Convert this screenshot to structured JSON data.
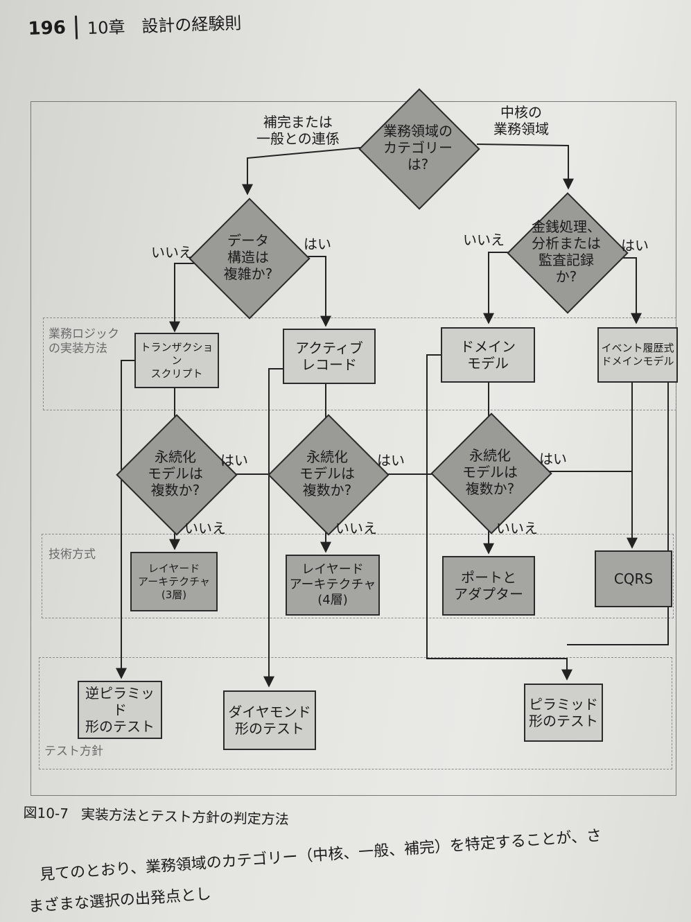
{
  "header": {
    "page_number": "196",
    "chapter": "10章　設計の経験則"
  },
  "zones": {
    "logic": "業務ロジック\nの実装方法",
    "tech": "技術方式",
    "test": "テスト方針"
  },
  "decisions": {
    "category": "業務領域の\nカテゴリー\nは?",
    "data_structure": "データ\n構造は\n複雑か?",
    "money": "金銭処理、\n分析または\n監査記録\nか?",
    "persist1": "永続化\nモデルは\n複数か?",
    "persist2": "永続化\nモデルは\n複数か?",
    "persist3": "永続化\nモデルは\n複数か?"
  },
  "branches": {
    "supporting": "補完または\n一般との連係",
    "core": "中核の\n業務領域",
    "ds_no": "いいえ",
    "ds_yes": "はい",
    "money_no": "いいえ",
    "money_yes": "はい",
    "p1_yes": "はい",
    "p1_no": "いいえ",
    "p2_yes": "はい",
    "p2_no": "いいえ",
    "p3_yes": "はい",
    "p3_no": "いいえ"
  },
  "boxes": {
    "transaction_script": "トランザクション\nスクリプト",
    "active_record": "アクティブ\nレコード",
    "domain_model": "ドメイン\nモデル",
    "event_sourced": "イベント履歴式\nドメインモデル",
    "layered3": "レイヤード\nアーキテクチャ\n(3層)",
    "layered4": "レイヤード\nアーキテクチャ\n(4層)",
    "ports_adapters": "ポートと\nアダプター",
    "cqrs": "CQRS",
    "reverse_pyramid": "逆ピラミッド\n形のテスト",
    "diamond_test": "ダイヤモンド\n形のテスト",
    "pyramid_test": "ピラミッド\n形のテスト"
  },
  "caption": {
    "number": "図10-7",
    "text": "実装方法とテスト方針の判定方法"
  },
  "body": {
    "line1": "見てのとおり、業務領域のカテゴリー（中核、一般、補完）を特定することが、さ",
    "line2": "まざまな選択の出発点とし"
  }
}
